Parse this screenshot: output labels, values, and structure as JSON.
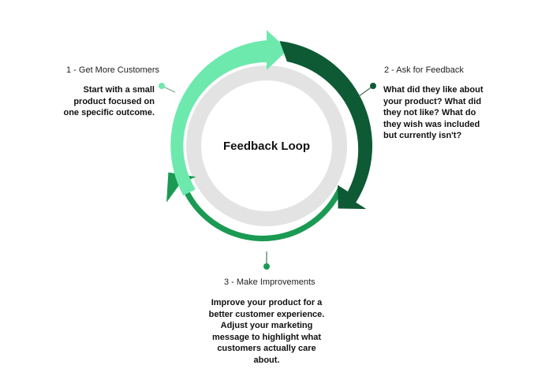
{
  "diagram": {
    "center_title": "Feedback Loop",
    "colors": {
      "step1": "#6ee9ad",
      "step2": "#0d5a34",
      "step3": "#1a9a52",
      "inner_ring": "#e3e3e3",
      "inner_fill": "#ffffff"
    },
    "steps": [
      {
        "title": "1 - Get More Customers",
        "description": "Start with a small product focused on one specific outcome."
      },
      {
        "title": "2 - Ask for Feedback",
        "description": "What did they like about your product?  What did they not like?  What do they wish was included but currently isn't?"
      },
      {
        "title": "3 - Make Improvements",
        "description": "Improve your product for a better customer experience. Adjust your marketing message to highlight what customers actually care about."
      }
    ]
  }
}
